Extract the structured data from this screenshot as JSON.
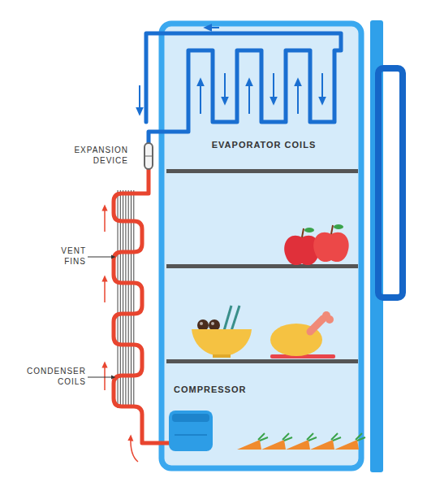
{
  "diagram": {
    "labels": [
      "EVAPORATOR COILS",
      "EXPANSION DEVICE",
      "VENT FINS",
      "CONDENSER COILS",
      "COMPRESSOR"
    ]
  }
}
